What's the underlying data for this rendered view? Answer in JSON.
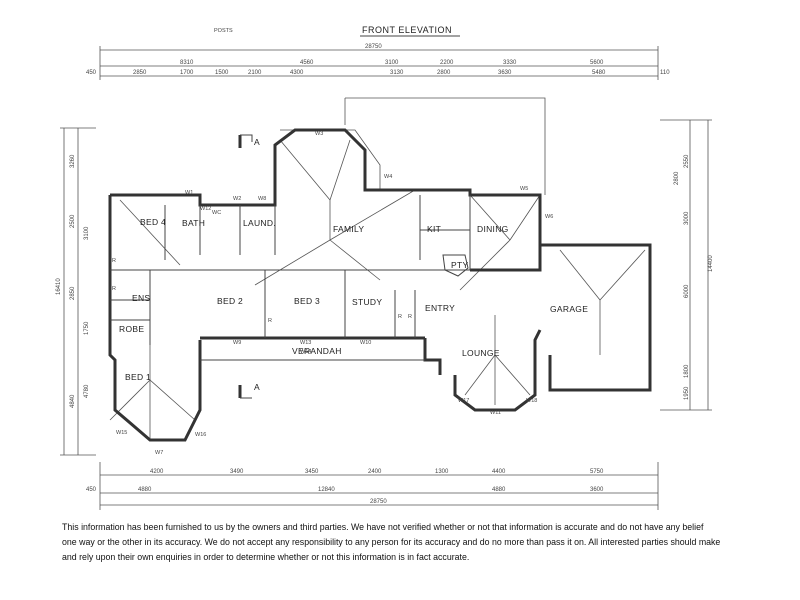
{
  "header": {
    "title": "FRONT ELEVATION",
    "tag": "POSTS"
  },
  "section_markers": {
    "top": "A",
    "bottom": "A"
  },
  "rooms": {
    "bed4": "BED 4",
    "bath": "BATH",
    "wc": "WC",
    "laundry": "LAUND.",
    "family": "FAMILY",
    "kit": "KIT",
    "dining": "DINING",
    "pty": "PTY",
    "ens": "ENS",
    "robe": "ROBE",
    "bed1": "BED 1",
    "bed2": "BED 2",
    "bed3": "BED 3",
    "study": "STUDY",
    "entry": "ENTRY",
    "verandah": "VERANDAH",
    "lounge": "LOUNGE",
    "garage": "GARAGE",
    "r": "R"
  },
  "window_tags": [
    "W1",
    "W2",
    "W3",
    "W4",
    "W5",
    "W6",
    "W7",
    "W8",
    "W9",
    "W10",
    "W11",
    "W12",
    "W13",
    "W14",
    "W15",
    "W16",
    "W17",
    "W18"
  ],
  "dimensions": {
    "top_overall": "28750",
    "top_row1": [
      "8310",
      "4560",
      "3100",
      "2200",
      "3330",
      "5600"
    ],
    "top_row2": [
      "2850",
      "1700",
      "1500",
      "2100",
      "4300",
      "3130",
      "2800",
      "3630",
      "5480"
    ],
    "top_side": [
      "450",
      "110"
    ],
    "bottom_row1": [
      "4200",
      "3490",
      "3450",
      "2400",
      "1300",
      "4400",
      "5750"
    ],
    "bottom_row2": [
      "4880",
      "12840",
      "4880",
      "3600"
    ],
    "bottom_overall": "28750",
    "bottom_side": "450",
    "left_outer": "16410",
    "left_inner": [
      "3260",
      "2500",
      "3100",
      "2850",
      "1750",
      "4840",
      "4780"
    ],
    "right_outer": "14400",
    "right_inner": [
      "2550",
      "2800",
      "3000",
      "6000",
      "1800",
      "1950"
    ]
  },
  "disclaimer": {
    "line1": "This information has been furnished to us by the owners and third parties.  We have not verified whether or not that information is accurate and do not have any belief",
    "line2": "one way or the other in its accuracy.  We do not accept any responsibility to any person for its accuracy and do no more than pass it on.  All interested parties should make",
    "line3": "and rely upon their own enquiries in order to determine whether or not this information is in fact accurate."
  }
}
